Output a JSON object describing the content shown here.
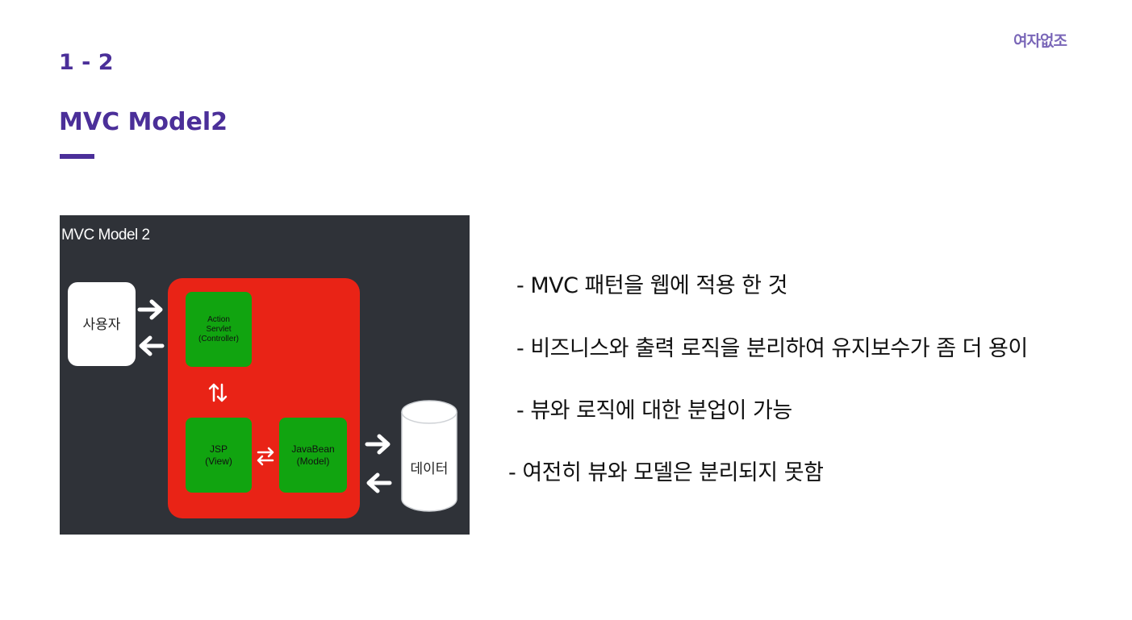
{
  "header": {
    "brand": "여자없조",
    "section_number": "1 - 2",
    "title": "MVC Model2"
  },
  "diagram": {
    "title": "MVC Model 2",
    "user_label": "사용자",
    "controller": {
      "line1": "Action",
      "line2": "Servlet",
      "line3": "(Controller)"
    },
    "view": {
      "line1": "JSP",
      "line2": "(View)"
    },
    "model": {
      "line1": "JavaBean",
      "line2": "(Model)"
    },
    "data_label": "데이터",
    "colors": {
      "background": "#2f3238",
      "container": "#e92316",
      "component": "#11a410",
      "arrow": "#ffffff"
    }
  },
  "bullets": [
    "- MVC 패턴을 웹에 적용 한 것",
    "- 비즈니스와 출력 로직을 분리하여 유지보수가 좀 더 용이",
    "- 뷰와 로직에 대한 분업이 가능",
    "- 여전히 뷰와 모델은 분리되지 못함"
  ],
  "theme": {
    "accent": "#4b2f99",
    "brand_color": "#7a67b8"
  }
}
